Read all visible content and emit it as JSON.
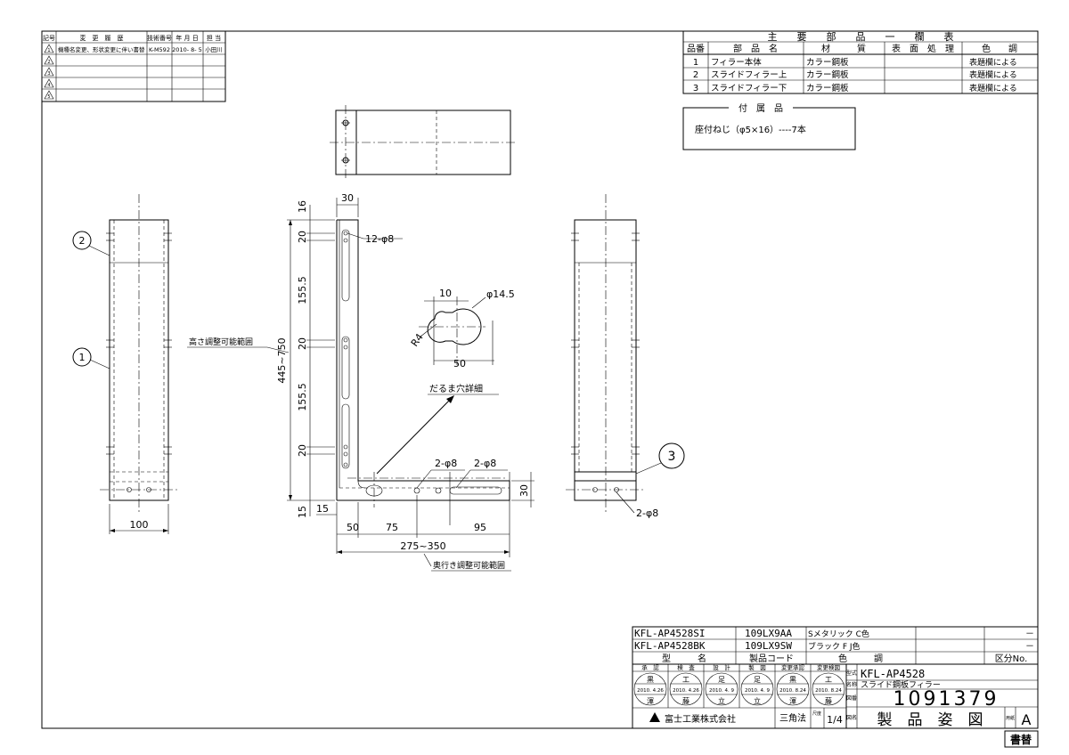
{
  "revision_table": {
    "headers": [
      "記号",
      "変　更　履　歴",
      "技術番号",
      "年 月 日",
      "担 当"
    ],
    "rows": [
      {
        "mark": "1",
        "description": "機種名変更、形状変更に伴い書替",
        "tech_no": "K-M592",
        "date": "2010- 8- 5",
        "person": "小田川"
      },
      {
        "mark": "2",
        "description": "",
        "tech_no": "",
        "date": "",
        "person": ""
      },
      {
        "mark": "3",
        "description": "",
        "tech_no": "",
        "date": "",
        "person": ""
      },
      {
        "mark": "4",
        "description": "",
        "tech_no": "",
        "date": "",
        "person": ""
      },
      {
        "mark": "5",
        "description": "",
        "tech_no": "",
        "date": "",
        "person": ""
      }
    ]
  },
  "parts_table": {
    "title": "主　　要　　部　　品　　一　　欄　　表",
    "headers": [
      "品番",
      "部　品　名",
      "材　　　質",
      "表　面　処　理",
      "色　　調"
    ],
    "rows": [
      {
        "no": "1",
        "name": "フィラー本体",
        "material": "カラー鋼板",
        "finish": "",
        "color": "表題欄による"
      },
      {
        "no": "2",
        "name": "スライドフィラー上",
        "material": "カラー鋼板",
        "finish": "",
        "color": "表題欄による"
      },
      {
        "no": "3",
        "name": "スライドフィラー下",
        "material": "カラー鋼板",
        "finish": "",
        "color": "表題欄による"
      }
    ]
  },
  "accessories": {
    "title": "付　属　品",
    "item": "座付ねじ（φ5×16）----7本"
  },
  "labels": {
    "balloon_1": "1",
    "balloon_2": "2",
    "balloon_3": "3",
    "height_adjust": "高さ調整可能範囲",
    "depth_adjust": "奥行き調整可能範囲",
    "hole_detail": "だるま穴詳細"
  },
  "dimensions": {
    "d30_top": "30",
    "d16": "16",
    "d20_a": "20",
    "d155_a": "155.5",
    "d20_b": "20",
    "d155_b": "155.5",
    "d20_c": "20",
    "d15_v": "15",
    "d15_h": "15",
    "d445": "445~750",
    "hole_12": "12-φ8",
    "hole_2a": "2-φ8",
    "hole_2b": "2-φ8",
    "hole_2c": "2-φ8",
    "d30_r": "30",
    "d50": "50",
    "d75": "75",
    "d95": "95",
    "d275": "275~350",
    "d100": "100",
    "det_10": "10",
    "det_phi": "φ14.5",
    "det_r4": "R4",
    "det_50": "50"
  },
  "model_rows": [
    {
      "model": "KFL-AP4528SI",
      "code": "109LX9AA",
      "color": "Sメタリック C色",
      "extra1": "",
      "extra2": "",
      "extra3": "－"
    },
    {
      "model": "KFL-AP4528BK",
      "code": "109LX9SW",
      "color": "ブラック F J色",
      "extra1": "",
      "extra2": "",
      "extra3": "－"
    }
  ],
  "model_header": {
    "model": "型　　　名",
    "code": "製品コード",
    "color": "色　　　調",
    "category": "区分No."
  },
  "approval": {
    "headers": [
      "承　認",
      "検　査",
      "設　計",
      "製　図",
      "変更承認",
      "変更検図"
    ],
    "names_top": [
      "黒",
      "工",
      "足",
      "足",
      "黒",
      "工"
    ],
    "dates": [
      "2010. 4.26",
      "2010. 4.26",
      "2010. 4. 9",
      "2010. 4. 9",
      "2010. 8.24",
      "2010. 8.24"
    ],
    "names_bottom": [
      "渾",
      "藤",
      "立",
      "立",
      "渾",
      "藤"
    ]
  },
  "title_block": {
    "company": "富士工業株式会社",
    "projection": "三角法",
    "scale": "1/4",
    "model_name": "KFL-AP4528",
    "product_name": "スライド鋼板フィラー",
    "drawing_no": "1091379",
    "drawing_title": "製　品　姿　図",
    "size": "A",
    "reissue": "書替",
    "side_labels": [
      "型式",
      "名称",
      "図番",
      "図名",
      "尺度",
      "用紙"
    ]
  }
}
